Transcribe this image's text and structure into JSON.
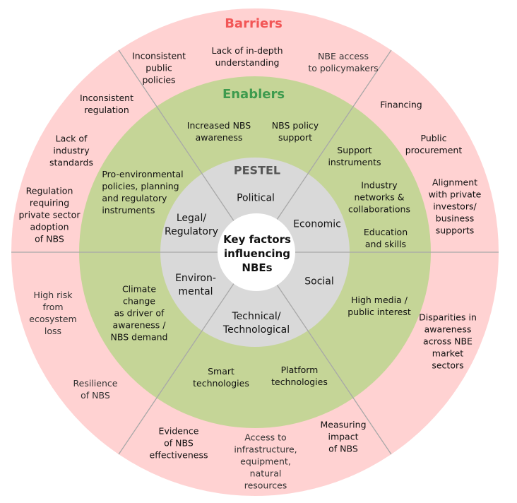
{
  "colors": {
    "barriers_ring": "#FFD2D2",
    "enablers_ring": "#C5D597",
    "pestel_ring": "#D9D9D9",
    "center_fill": "#FFFFFF",
    "divider": "#A8A8A8",
    "barriers_title": "#F25757",
    "enablers_title": "#3E9B4E",
    "pestel_title": "#555555"
  },
  "rings": {
    "barriers": {
      "title": "Barriers"
    },
    "enablers": {
      "title": "Enablers"
    },
    "pestel": {
      "title": "PESTEL"
    },
    "center": {
      "label": "Key factors\ninfluencing\nNBEs"
    }
  },
  "pestel_segments": [
    {
      "name": "political",
      "label": "Political"
    },
    {
      "name": "economic",
      "label": "Economic"
    },
    {
      "name": "social",
      "label": "Social"
    },
    {
      "name": "technical",
      "label": "Technical/\nTechnological"
    },
    {
      "name": "environmental",
      "label": "Environ-\nmental"
    },
    {
      "name": "legal",
      "label": "Legal/\nRegulatory"
    }
  ],
  "enablers": [
    {
      "text": "Increased NBS\nawareness"
    },
    {
      "text": "NBS policy\nsupport"
    },
    {
      "text": "Support\ninstruments"
    },
    {
      "text": "Industry\nnetworks &\ncollaborations"
    },
    {
      "text": "Education\nand skills"
    },
    {
      "text": "High media /\npublic interest"
    },
    {
      "text": "Smart\ntechnologies"
    },
    {
      "text": "Platform\ntechnologies"
    },
    {
      "text": "Climate\nchange\nas driver of\nawareness /\nNBS demand"
    },
    {
      "text": "Pro-environmental\npolicies, planning\nand regulatory\ninstruments"
    }
  ],
  "barriers": [
    {
      "text": "Inconsistent\npublic\npolicies"
    },
    {
      "text": "Lack of in-depth\nunderstanding"
    },
    {
      "text": "NBE access\nto policymakers"
    },
    {
      "text": "Financing"
    },
    {
      "text": "Public\nprocurement"
    },
    {
      "text": "Alignment\nwith private\ninvestors/\nbusiness\nsupports"
    },
    {
      "text": "Disparities in\nawareness\nacross NBE\nmarket\nsectors"
    },
    {
      "text": "Measuring\nimpact\nof NBS"
    },
    {
      "text": "Access to\ninfrastructure,\nequipment,\nnatural\nresources"
    },
    {
      "text": "Evidence\nof NBS\neffectiveness"
    },
    {
      "text": "Resilience\nof NBS"
    },
    {
      "text": "High risk\nfrom\necosystem\nloss"
    },
    {
      "text": "Inconsistent\nregulation"
    },
    {
      "text": "Lack of\nindustry\nstandards"
    },
    {
      "text": "Regulation\nrequiring\nprivate sector\nadoption\nof NBS"
    }
  ]
}
